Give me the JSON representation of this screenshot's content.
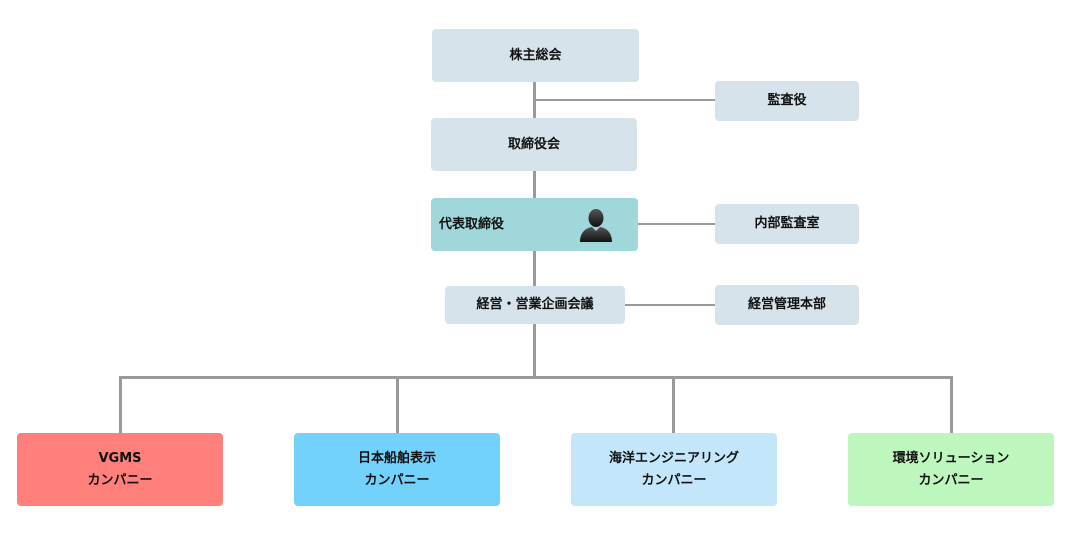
{
  "org": {
    "shareholders": "株主総会",
    "auditor": "監査役",
    "board": "取締役会",
    "ceo": "代表取締役",
    "internal_audit": "内部監査室",
    "strategy_meeting": "経営・営業企画会議",
    "management_hq": "経営管理本部",
    "companies": [
      {
        "line1": "VGMS",
        "line2": "カンパニー",
        "color": "#ff7f7b"
      },
      {
        "line1": "日本船舶表示",
        "line2": "カンパニー",
        "color": "#73d2fc"
      },
      {
        "line1": "海洋エンジニアリング",
        "line2": "カンパニー",
        "color": "#c4e6fb"
      },
      {
        "line1": "環境ソリューション",
        "line2": "カンパニー",
        "color": "#bdf7be"
      }
    ]
  },
  "icons": {
    "ceo_avatar": "person-silhouette-icon"
  },
  "colors": {
    "box": "#d6e3ea",
    "ceo_box": "#a0d7db",
    "connector": "#9a9a9a"
  }
}
